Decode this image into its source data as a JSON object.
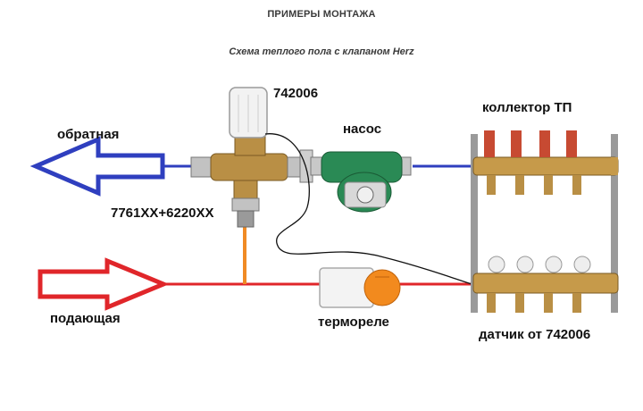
{
  "header": {
    "title": "ПРИМЕРЫ МОНТАЖА",
    "subtitle": "Схема теплого пола с клапаном Herz"
  },
  "labels": {
    "return_line": "обратная",
    "thermostat_head": "742006",
    "valve": "7761XX+6220XX",
    "pump": "насос",
    "manifold": "коллектор ТП",
    "supply_line": "подающая",
    "thermo_relay": "термореле",
    "sensor": "датчик от 742006"
  },
  "colors": {
    "return": "#2f3fbf",
    "supply": "#e0262a",
    "bypass": "#f08a24",
    "pump_body": "#2a8a55",
    "brass": "#b98f45",
    "relay_dial": "#f28a1e"
  }
}
